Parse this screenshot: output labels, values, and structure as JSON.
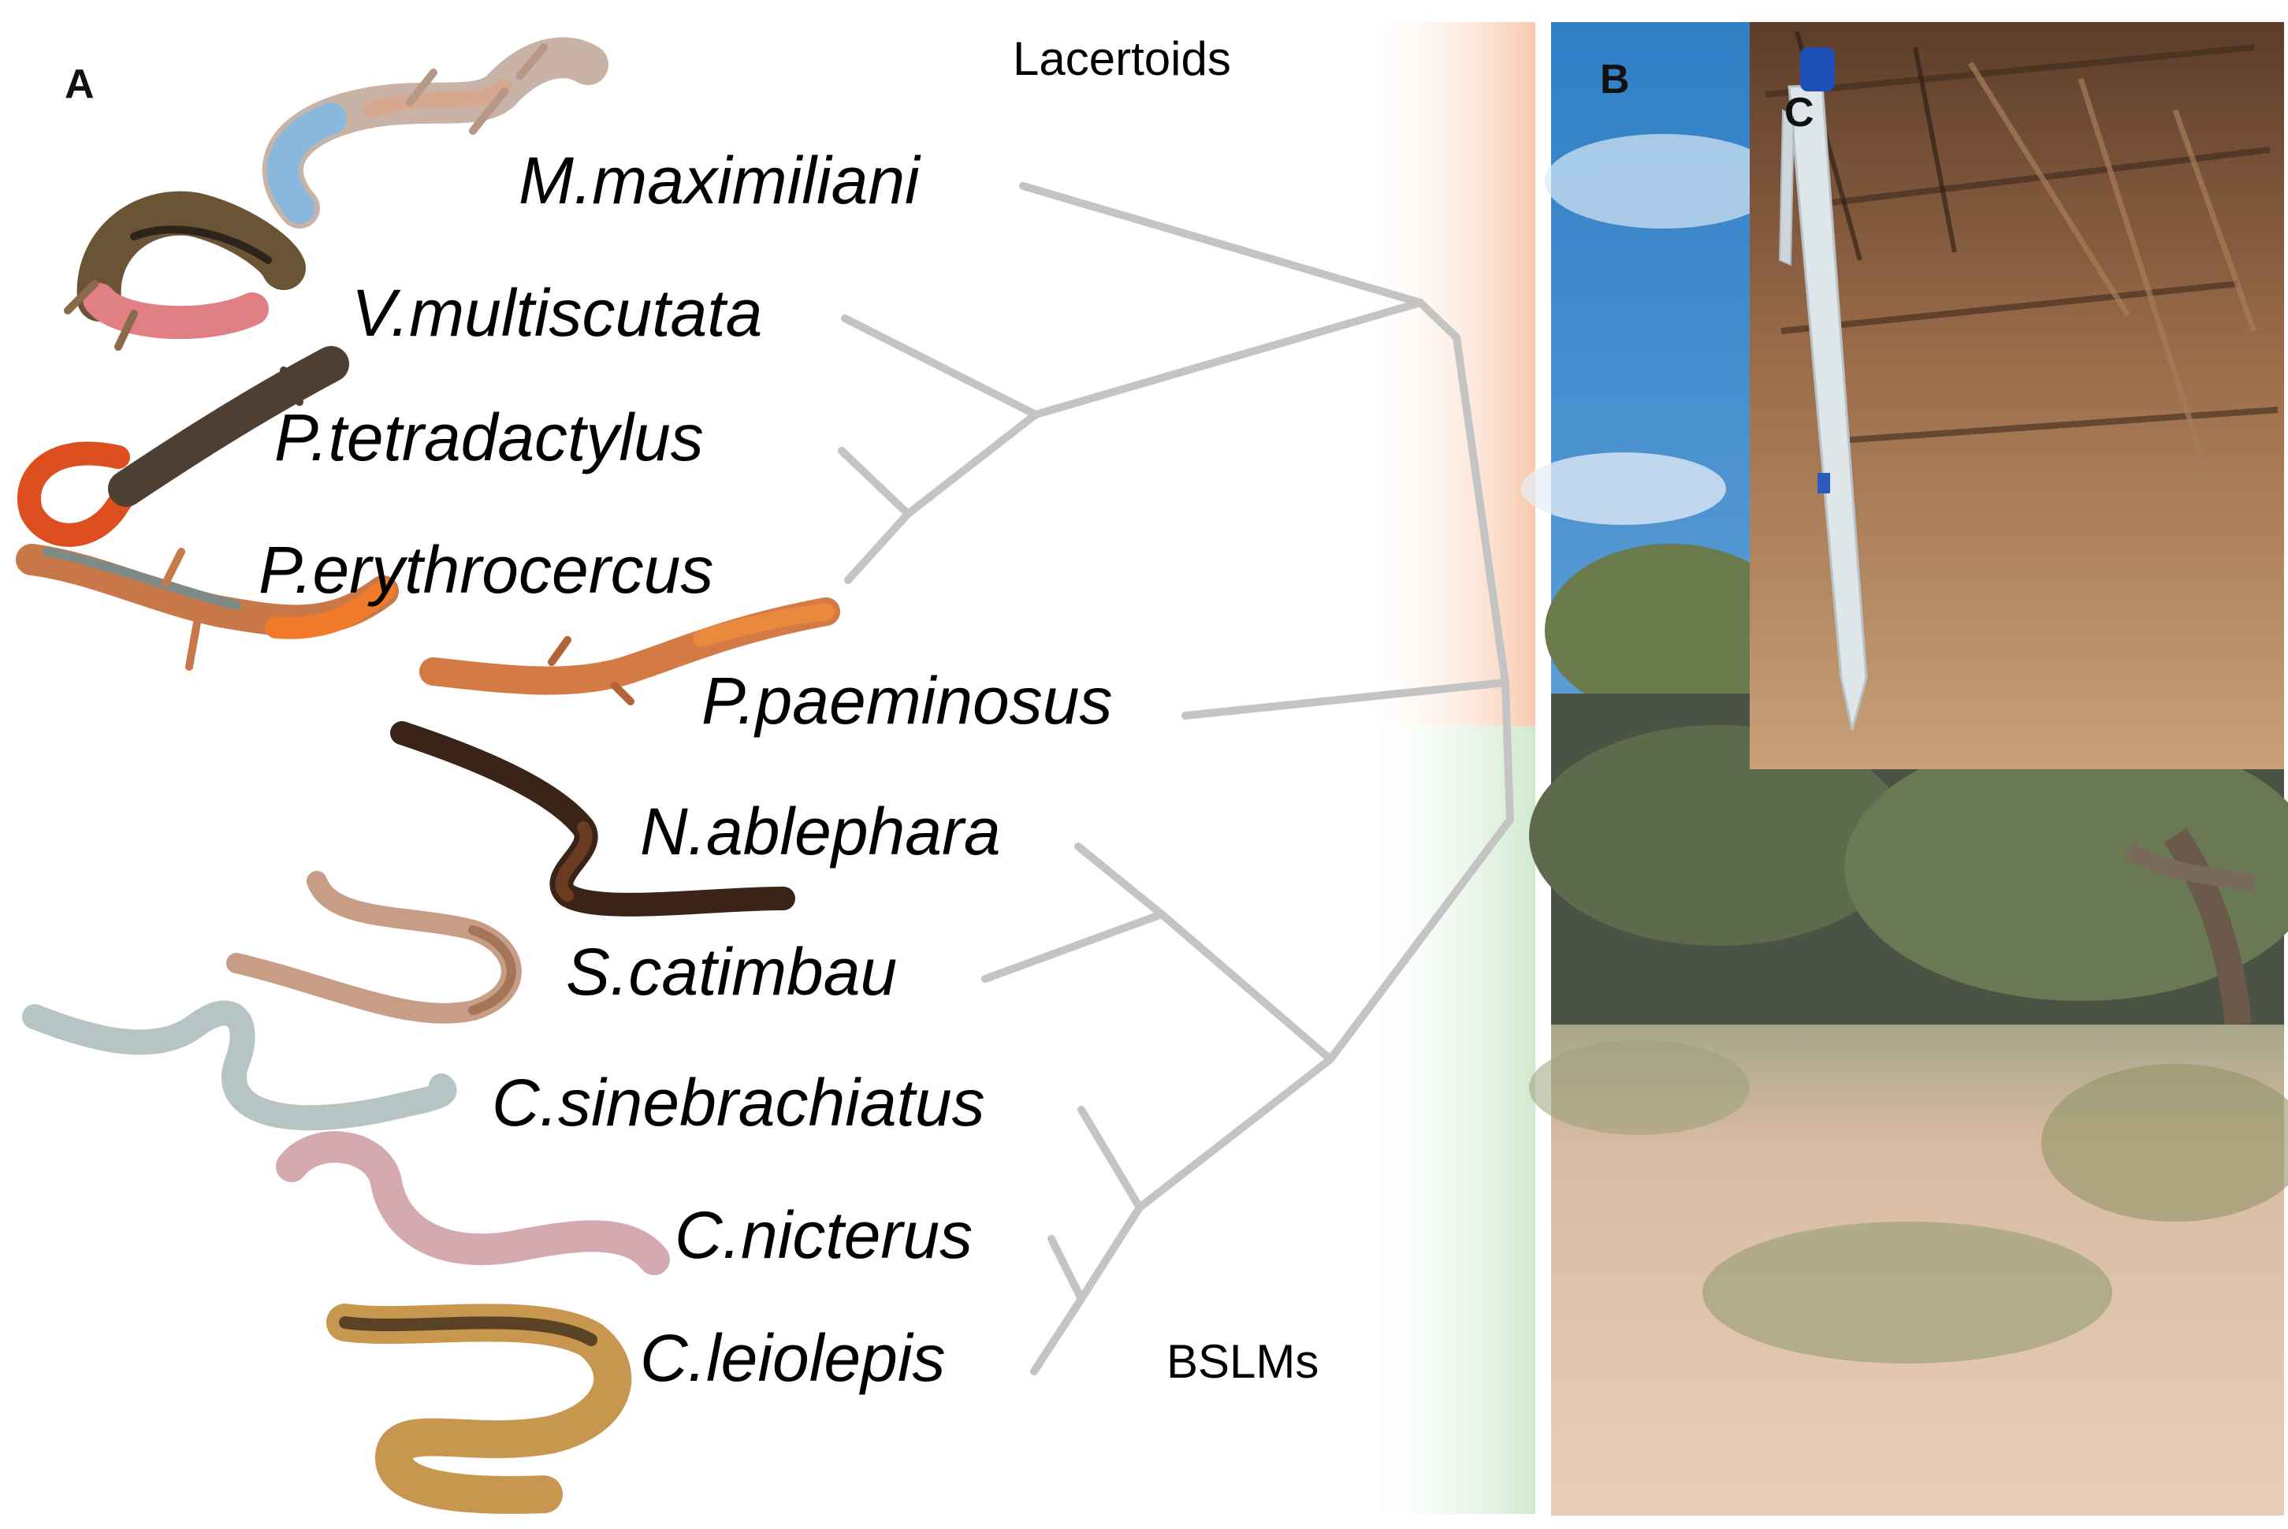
{
  "panels": {
    "a": "A",
    "b": "B",
    "c": "C"
  },
  "groups": {
    "top": "Lacertoids",
    "bottom": "BSLMs"
  },
  "taxa": [
    "M.maximiliani",
    "V.multiscutata",
    "P.tetradactylus",
    "P.erythrocercus",
    "P.paeminosus",
    "N.ablephara",
    "S.catimbau",
    "C.sinebrachiatus",
    "C.nicterus",
    "C.leiolepis"
  ],
  "colors": {
    "lacertoids_band": "#f9c9ad",
    "bslms_band": "#cfe9cf",
    "branch": "#c4c4c4",
    "sky": "#3f8fd0",
    "soil": "#e7c8b0",
    "litter": "#6e4a33",
    "pen": "#dfe6ea",
    "pen_cap": "#1c4fb8"
  },
  "icons": [
    "lizard-photo",
    "field-habitat-photo",
    "pen-in-soil-photo"
  ]
}
